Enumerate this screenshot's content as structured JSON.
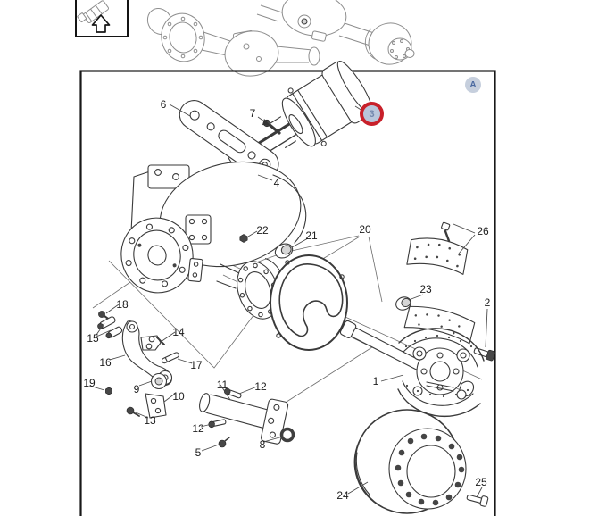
{
  "colors": {
    "background": "#ffffff",
    "line_art": "#3a3a3a",
    "frame_border": "#181818",
    "highlight_ring": "#c8202a",
    "highlight_fill": "#b9c6db",
    "highlight_text": "#7388ae",
    "badge_bg": "#c6cfdd",
    "badge_text": "#4a69a0"
  },
  "thumbnail_nav": {
    "icon": "up-arrow"
  },
  "view_badge": {
    "label": "A"
  },
  "highlighted_part": {
    "number": "3"
  },
  "diagram": {
    "labels": [
      {
        "part": "6"
      },
      {
        "part": "7"
      },
      {
        "part": "4"
      },
      {
        "part": "22"
      },
      {
        "part": "21"
      },
      {
        "part": "20"
      },
      {
        "part": "26"
      },
      {
        "part": "23"
      },
      {
        "part": "2"
      },
      {
        "part": "18"
      },
      {
        "part": "15"
      },
      {
        "part": "14"
      },
      {
        "part": "16"
      },
      {
        "part": "17"
      },
      {
        "part": "19"
      },
      {
        "part": "9"
      },
      {
        "part": "10"
      },
      {
        "part": "11"
      },
      {
        "part": "12"
      },
      {
        "part": "13"
      },
      {
        "part": "12"
      },
      {
        "part": "5"
      },
      {
        "part": "8"
      },
      {
        "part": "1"
      },
      {
        "part": "24"
      },
      {
        "part": "25"
      }
    ]
  }
}
